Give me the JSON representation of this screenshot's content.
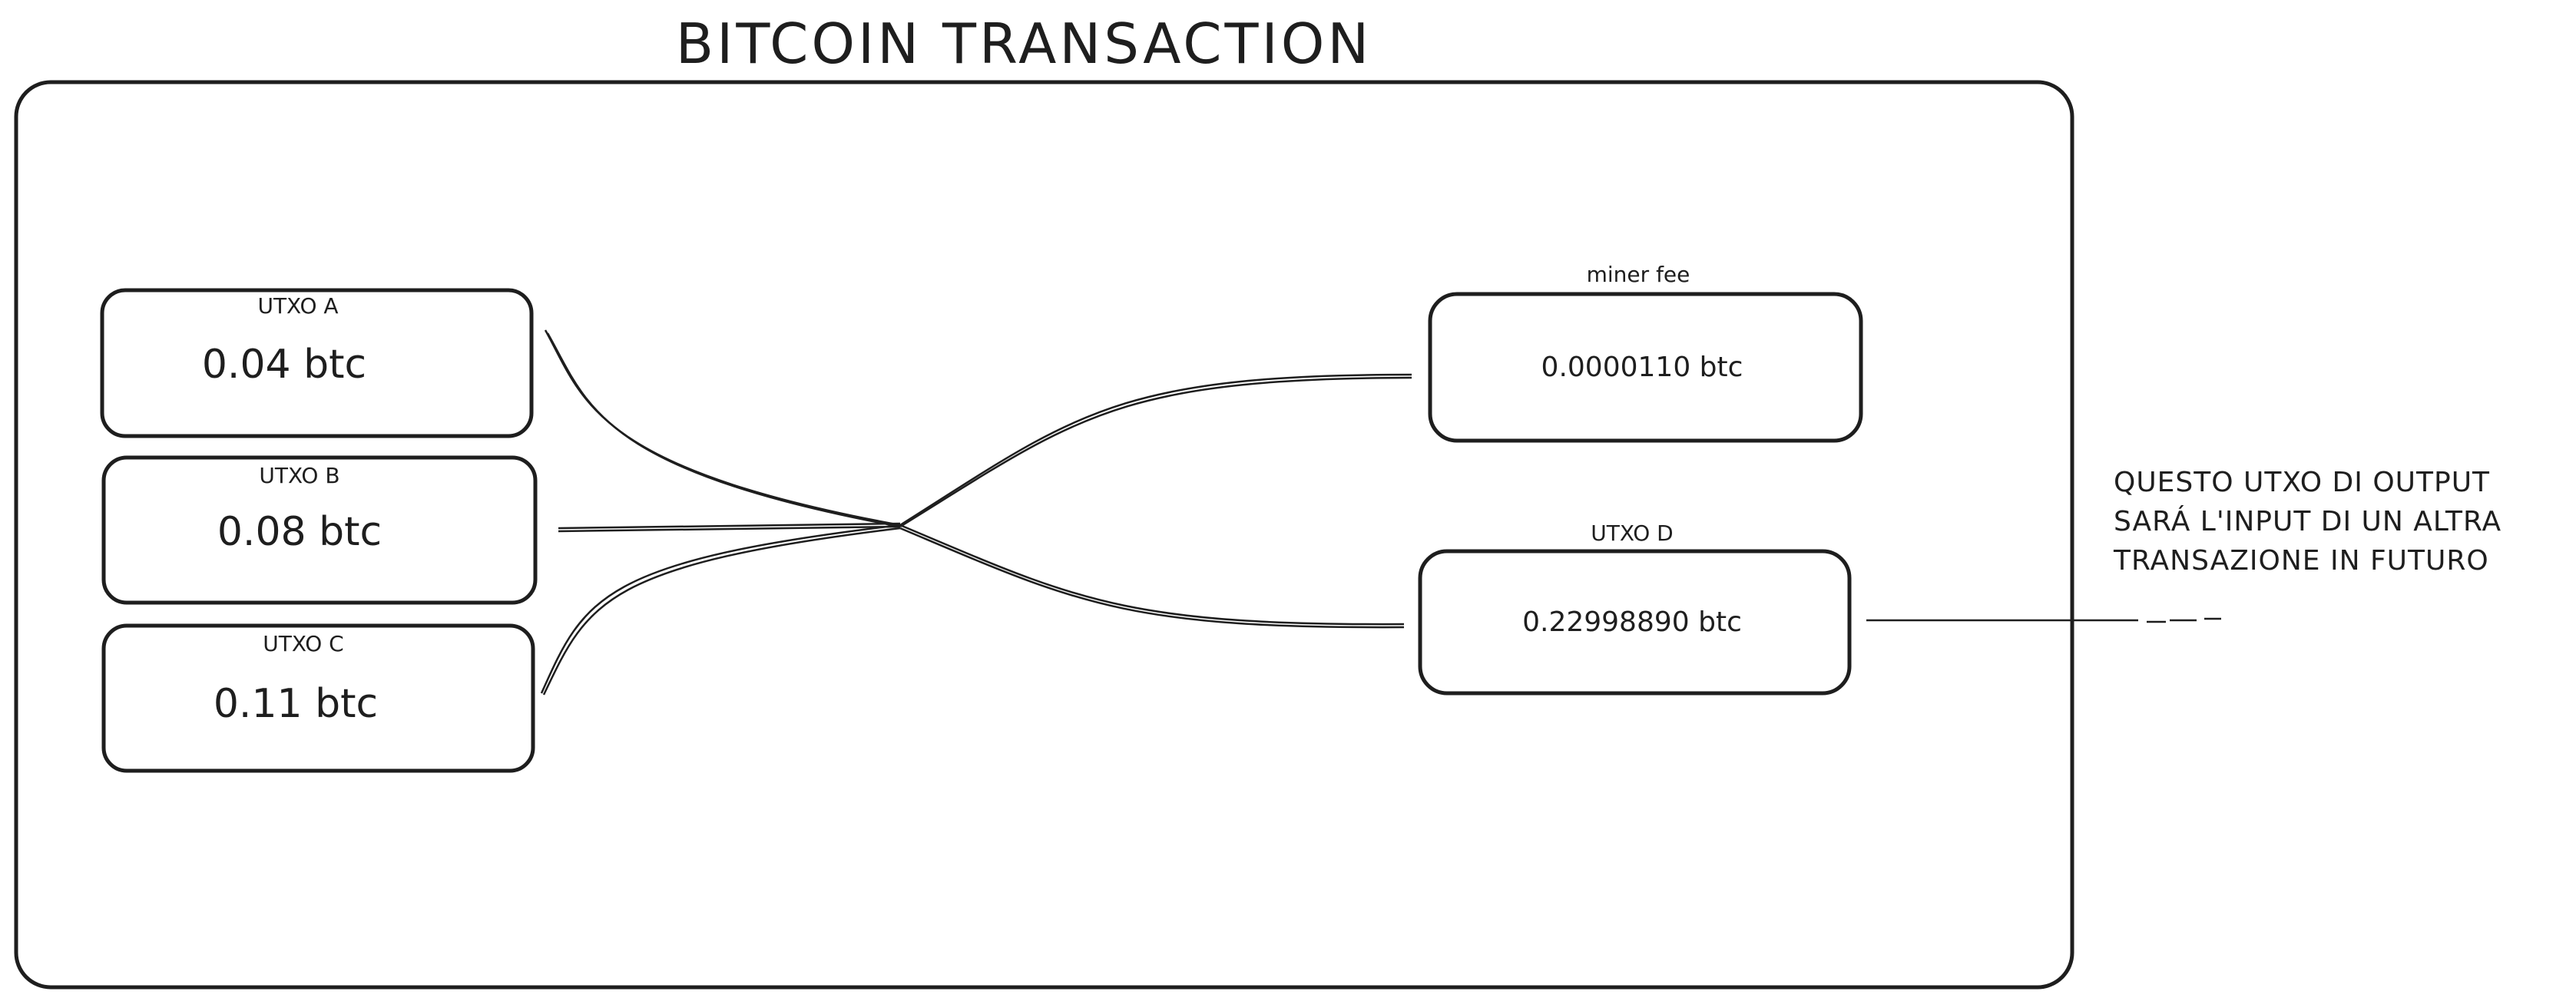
{
  "title": "BITCOIN TRANSACTION",
  "inputs": [
    {
      "label": "UTXO A",
      "value": "0.04 btc"
    },
    {
      "label": "UTXO B",
      "value": "0.08 btc"
    },
    {
      "label": "UTXO C",
      "value": "0.11 btc"
    }
  ],
  "outputs": [
    {
      "label": "miner fee",
      "value": "0.0000110 btc"
    },
    {
      "label": "UTXO D",
      "value": "0.22998890 btc"
    }
  ],
  "note": {
    "lines": [
      "QUESTO UTXO DI OUTPUT",
      "SARÁ L'INPUT DI UN ALTRA",
      "TRANSAZIONE IN FUTURO"
    ]
  }
}
